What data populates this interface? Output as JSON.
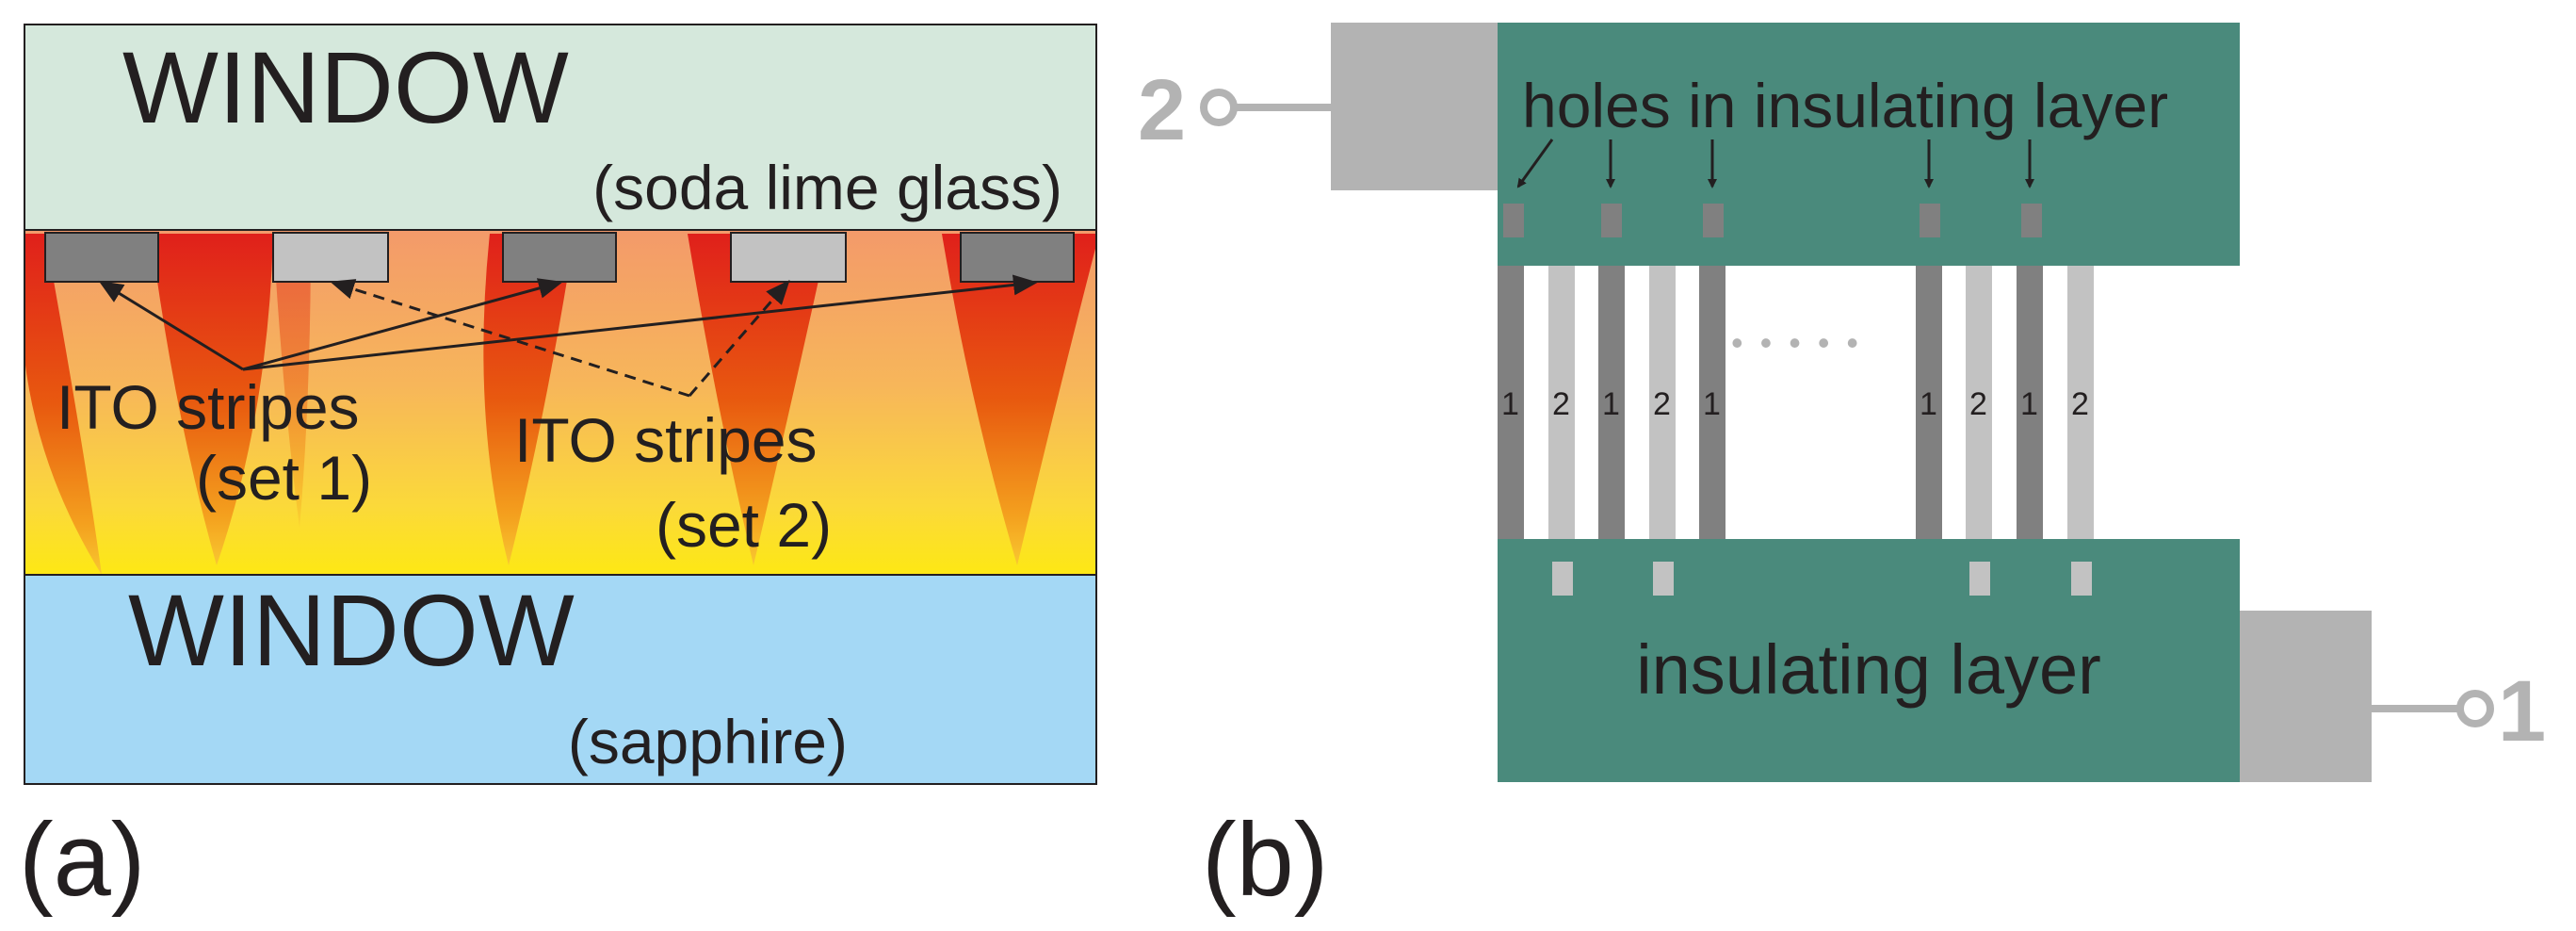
{
  "colors": {
    "window_top": "#d5e8dc",
    "window_bottom": "#a4d8f5",
    "dark_stripe": "#808080",
    "light_stripe": "#c2c2c2",
    "insulating_layer": "#4a8a7c",
    "contact_pad": "#b3b3b3",
    "text": "#231f20",
    "arrow": "#231f20"
  },
  "panel_a": {
    "label": "(a)",
    "top_window": {
      "title": "WINDOW",
      "material": "(soda lime glass)"
    },
    "bottom_window": {
      "title": "WINDOW",
      "material": "(sapphire)"
    },
    "set1": {
      "line1": "ITO stripes",
      "line2": "(set 1)"
    },
    "set2": {
      "line1": "ITO stripes",
      "line2": "(set 2)"
    }
  },
  "panel_b": {
    "label": "(b)",
    "holes_label": "holes in insulating layer",
    "insulating_label": "insulating layer",
    "ellipsis": "• • • • •",
    "terminal_top": "2",
    "terminal_bottom": "1",
    "stripe_labels": [
      "1",
      "2",
      "1",
      "2",
      "1",
      "1",
      "2",
      "1",
      "2"
    ],
    "stripe_sets": [
      1,
      2,
      1,
      2,
      1,
      1,
      2,
      1,
      2
    ]
  }
}
